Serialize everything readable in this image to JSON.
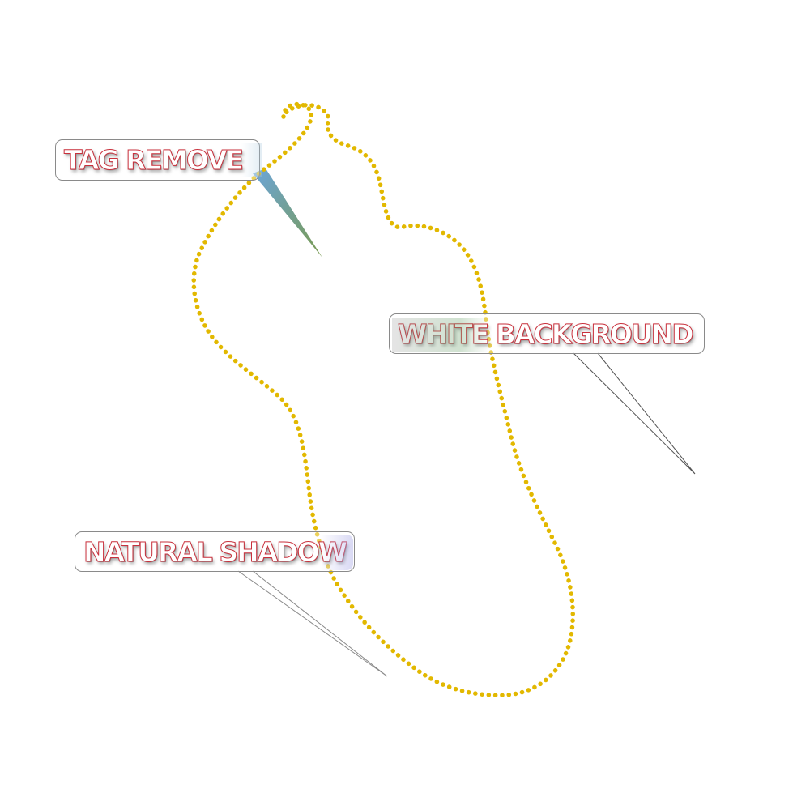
{
  "callouts": {
    "tag_remove": "TAG REMOVE",
    "white_background": "WHITE BACKGROUND",
    "natural_shadow": "NATURAL SHADOW"
  },
  "colors": {
    "text_outline": "#c9303c",
    "box_border": "#8a8a8a",
    "dotted_outline": "#e2b800",
    "pointer_gradient_start": "#5b9bd5",
    "pointer_gradient_end": "#6a8f3a"
  },
  "icons": {
    "outline": "dotted-clipping-path-outline"
  }
}
